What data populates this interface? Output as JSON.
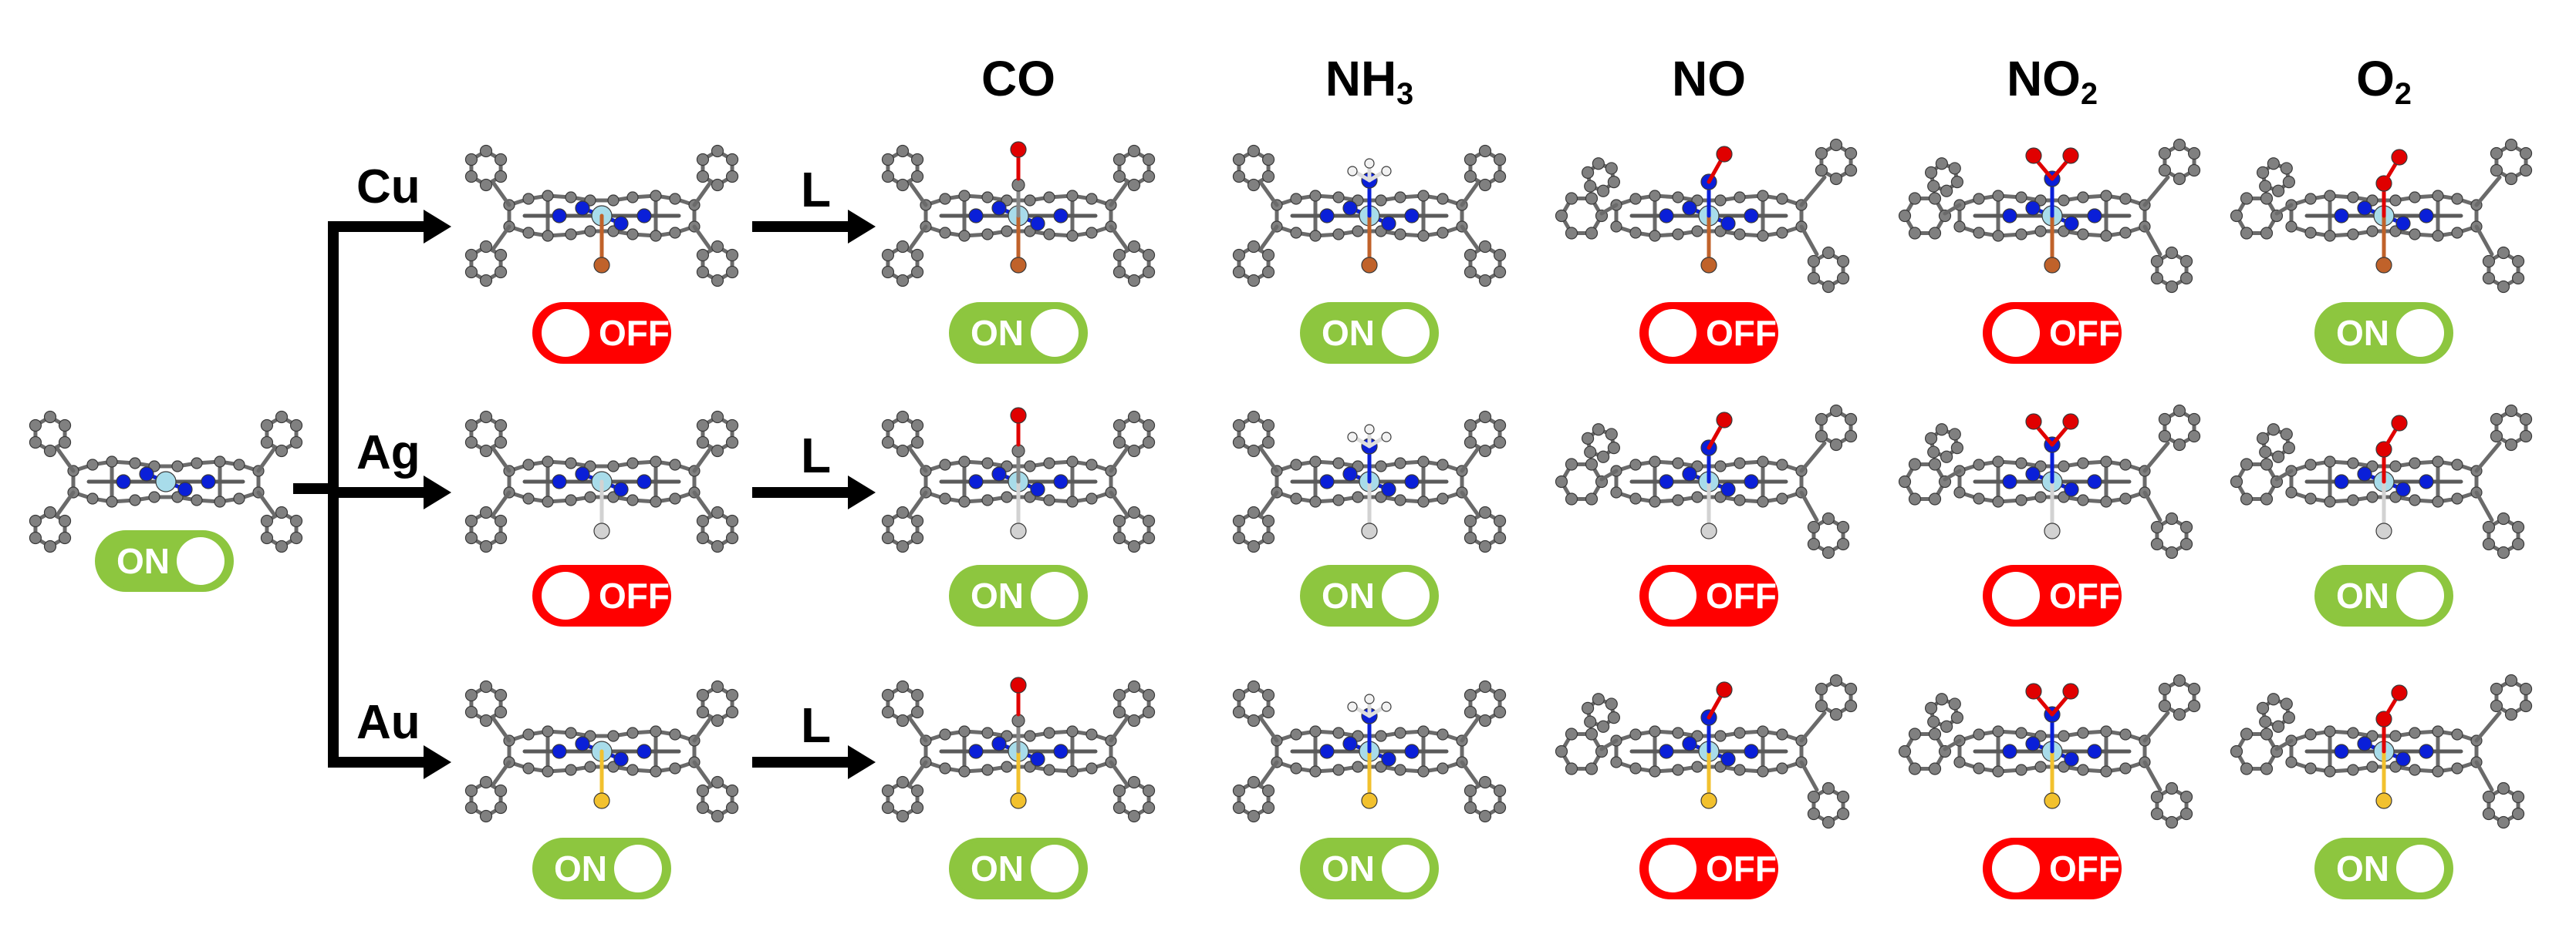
{
  "headers": [
    {
      "id": "co",
      "main": "CO",
      "sub": ""
    },
    {
      "id": "nh3",
      "main": "NH",
      "sub": "3"
    },
    {
      "id": "no",
      "main": "NO",
      "sub": ""
    },
    {
      "id": "no2",
      "main": "NO",
      "sub": "2"
    },
    {
      "id": "o2",
      "main": "O",
      "sub": "2"
    }
  ],
  "arrow_label": "L",
  "metals": [
    {
      "label": "Cu",
      "color": "#c0622a"
    },
    {
      "label": "Ag",
      "color": "#d2d2d2"
    },
    {
      "label": "Au",
      "color": "#f2c12e"
    }
  ],
  "colors": {
    "carbon": "#808080",
    "nitrogen": "#0a1fd8",
    "oxygen": "#e00000",
    "hydrogen": "#f2f2f2",
    "metal_center": "#a8dcea",
    "toggle_on": "#8dc63f",
    "toggle_off": "#ff0000"
  },
  "toggle_text": {
    "on": "ON",
    "off": "OFF"
  },
  "start": {
    "state": "ON"
  },
  "rows": [
    {
      "metal": "Cu",
      "adduct_state": "OFF",
      "ligand_states": [
        "ON",
        "ON",
        "OFF",
        "OFF",
        "ON"
      ]
    },
    {
      "metal": "Ag",
      "adduct_state": "OFF",
      "ligand_states": [
        "ON",
        "ON",
        "OFF",
        "OFF",
        "ON"
      ]
    },
    {
      "metal": "Au",
      "adduct_state": "ON",
      "ligand_states": [
        "ON",
        "ON",
        "OFF",
        "OFF",
        "ON"
      ]
    }
  ]
}
